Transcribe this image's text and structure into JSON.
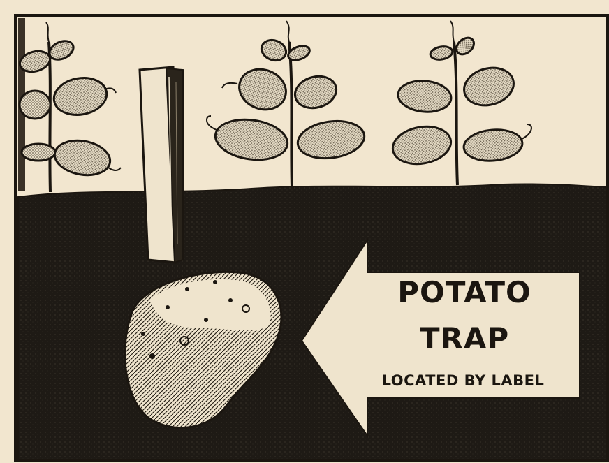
{
  "illustration": {
    "colors": {
      "paper": "#f2e6cf",
      "soil": "#1e1a15",
      "ink": "#1b1610",
      "leaf": "#d2c6b0"
    },
    "elements": [
      "pea-plant",
      "pea-plant",
      "pea-plant",
      "wooden-label-stake",
      "potato",
      "arrow"
    ],
    "arrow": {
      "line1": "POTATO",
      "line2": "TRAP",
      "line3": "LOCATED BY LABEL"
    }
  }
}
